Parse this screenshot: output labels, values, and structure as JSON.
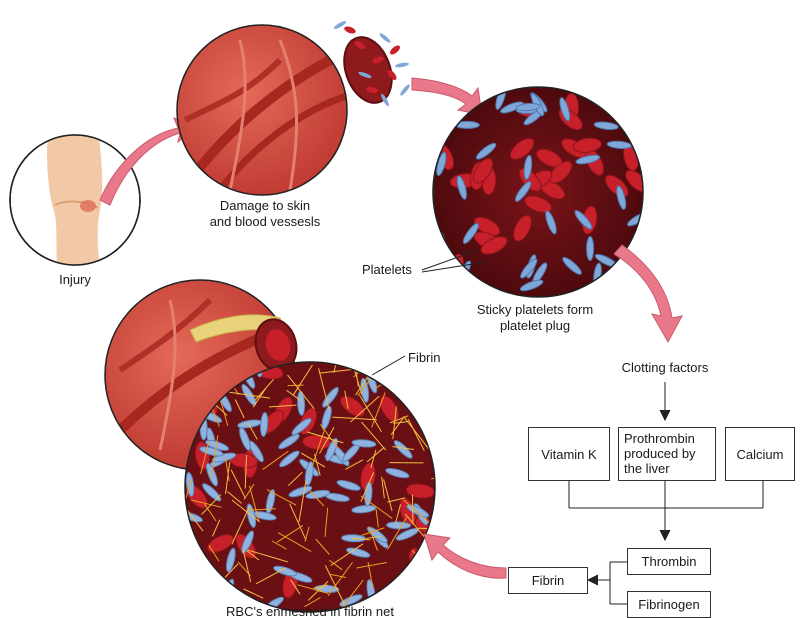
{
  "labels": {
    "injury": "Injury",
    "damage_line1": "Damage to skin",
    "damage_line2": "and blood vessesls",
    "platelets": "Platelets",
    "plug_line1": "Sticky platelets form",
    "plug_line2": "platelet plug",
    "clotting_factors": "Clotting factors",
    "fibrin_pointer": "Fibrin",
    "rbc_net": "RBC's enmeshed in fibrin net"
  },
  "boxes": {
    "vitamin_k": "Vitamin K",
    "prothrombin_line1": "Prothrombin",
    "prothrombin_line2": "produced by",
    "prothrombin_line3": "the liver",
    "calcium": "Calcium",
    "thrombin": "Thrombin",
    "fibrinogen": "Fibrinogen",
    "fibrin": "Fibrin"
  },
  "colors": {
    "arrow_pink": "#e8788a",
    "blood_red": "#c8202a",
    "vessel_red": "#d94a3f",
    "skin": "#f2c9a6",
    "platelet_blue": "#7fa7d8",
    "fibrin_orange": "#f0a020"
  }
}
